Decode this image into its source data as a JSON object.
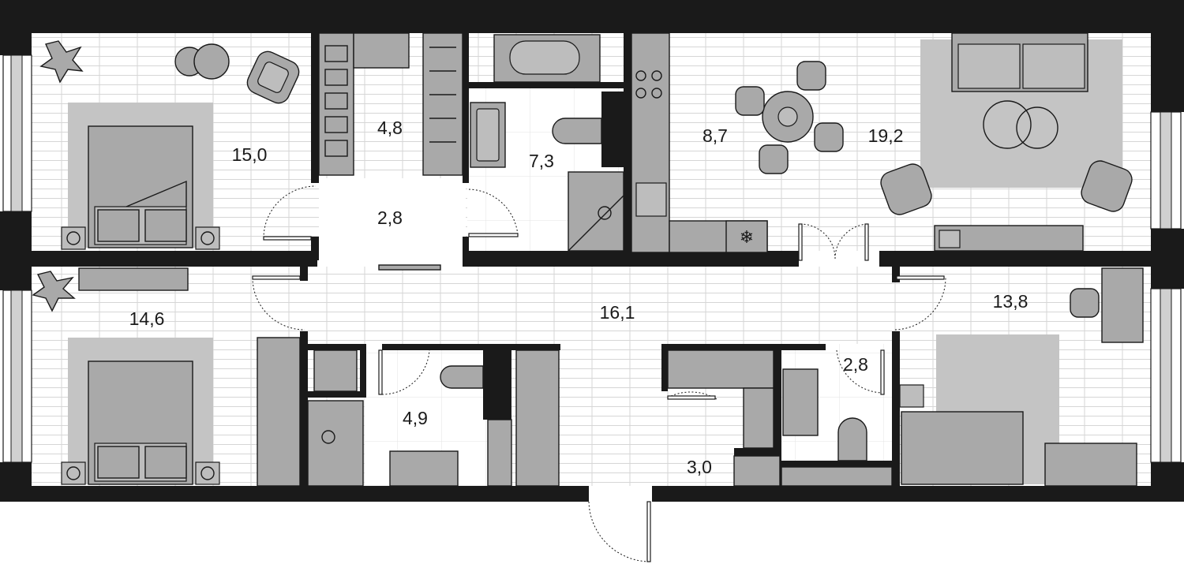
{
  "plan": {
    "rooms": [
      {
        "id": "bedroom-north",
        "area": "15,0"
      },
      {
        "id": "wardrobe-north",
        "area": "4,8"
      },
      {
        "id": "hall-north",
        "area": "2,8"
      },
      {
        "id": "bathroom-north",
        "area": "7,3"
      },
      {
        "id": "kitchen",
        "area": "8,7"
      },
      {
        "id": "living-room",
        "area": "19,2"
      },
      {
        "id": "bedroom-southwest",
        "area": "14,6"
      },
      {
        "id": "corridor",
        "area": "16,1"
      },
      {
        "id": "bathroom-south",
        "area": "4,9"
      },
      {
        "id": "wc-south",
        "area": "2,8"
      },
      {
        "id": "storage",
        "area": "3,0"
      },
      {
        "id": "bedroom-southeast",
        "area": "13,8"
      }
    ]
  }
}
